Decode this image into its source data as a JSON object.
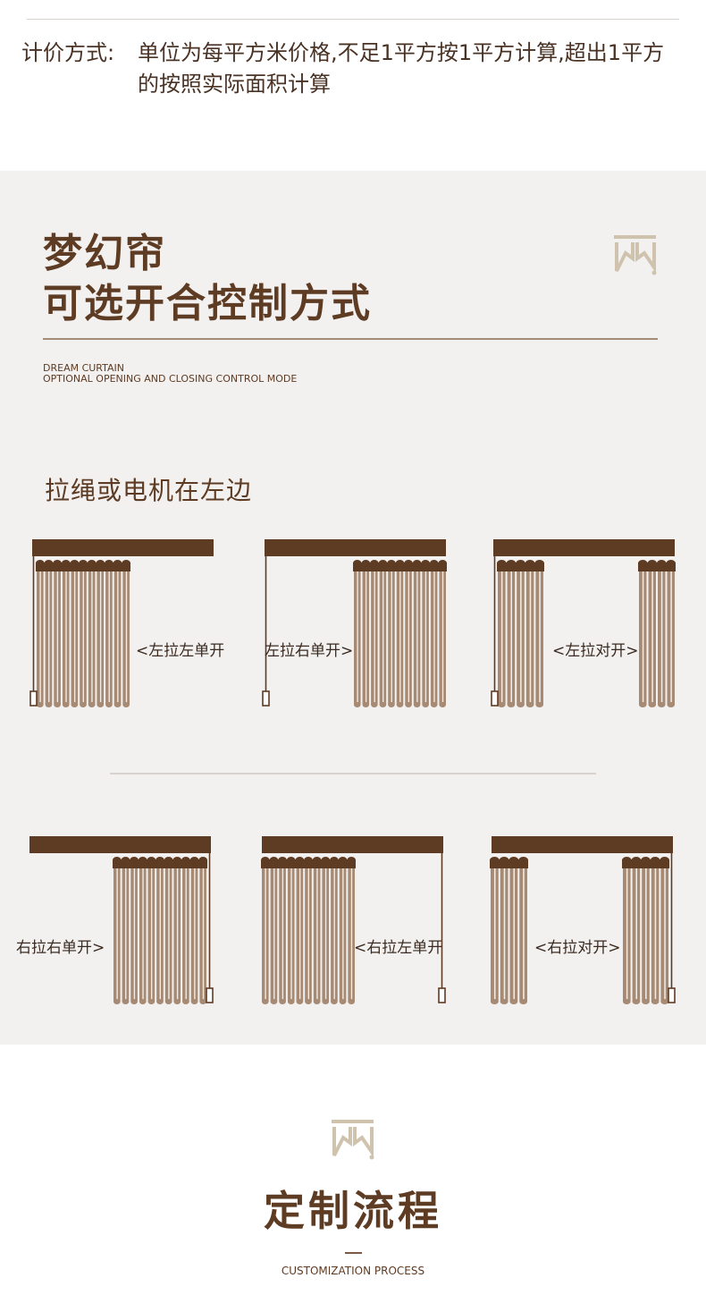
{
  "pricing": {
    "label": "计价方式:",
    "text": "单位为每平方米价格,不足1平方按1平方计算,超出1平方的按照实际面积计算"
  },
  "section": {
    "title_line1": "梦幻帘",
    "title_line2": "可选开合控制方式",
    "en_line1": "DREAM CURTAIN",
    "en_line2": "OPTIONAL OPENING AND CLOSING CONTROL MODE",
    "subheading": "拉绳或电机在左边"
  },
  "diagrams_row1": [
    {
      "label": "<左拉左单开"
    },
    {
      "label": "左拉右单开>"
    },
    {
      "label": "<左拉对开>"
    }
  ],
  "diagrams_row2": [
    {
      "label": "右拉右单开>"
    },
    {
      "label": "<右拉左单开"
    },
    {
      "label": "<右拉对开>"
    }
  ],
  "footer": {
    "title": "定制流程",
    "en": "CUSTOMIZATION PROCESS"
  },
  "colors": {
    "brown": "#5e3b23",
    "tan": "#a68a74",
    "logo": "#cfc3ae"
  },
  "icons": [
    "curtain-logo-icon"
  ]
}
